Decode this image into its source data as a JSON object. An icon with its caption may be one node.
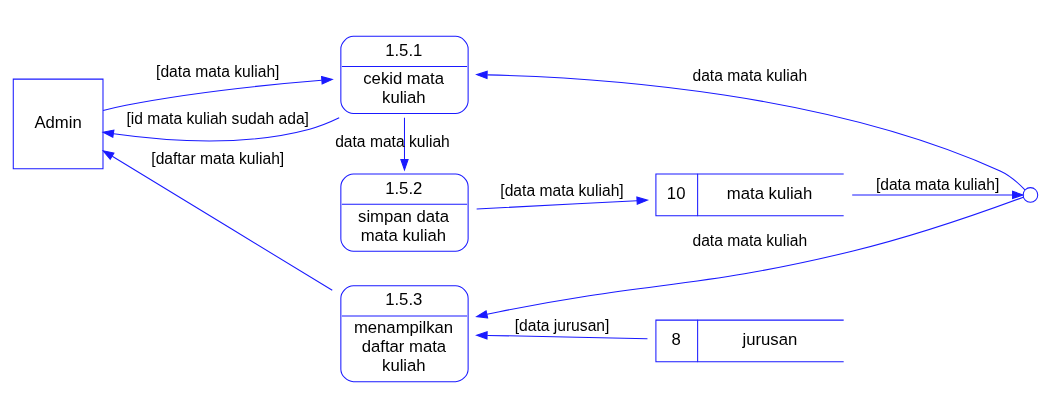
{
  "diagram": {
    "nodes": [
      {
        "text": [
          "Admin"
        ]
      },
      {
        "text": [
          "1.5.1",
          "cekid mata kuliah"
        ]
      },
      {
        "text": [
          "1.5.2",
          "simpan data mata kuliah"
        ]
      },
      {
        "text": [
          "1.5.3",
          "menampilkan daftar mata kuliah"
        ]
      },
      {
        "text": [
          "10",
          "mata kuliah"
        ]
      },
      {
        "text": [
          "8",
          "jurusan"
        ]
      },
      {
        "text": [],
        "shape": "circle"
      }
    ],
    "edges": [
      {
        "from": 0,
        "to": 1,
        "arrow": "to",
        "label": "[data mata kuliah]"
      },
      {
        "from": 1,
        "to": 0,
        "arrow": "to",
        "label": "[id mata kuliah sudah ada]"
      },
      {
        "from": 1,
        "to": 2,
        "arrow": "to",
        "label": "data mata kuliah"
      },
      {
        "from": 2,
        "to": 4,
        "arrow": "to",
        "label": "[data mata kuliah]"
      },
      {
        "from": 4,
        "to": 6,
        "arrow": "to",
        "label": "[data mata kuliah]"
      },
      {
        "from": 6,
        "to": 1,
        "arrow": "to",
        "label": "data mata kuliah"
      },
      {
        "from": 6,
        "to": 3,
        "arrow": "to",
        "label": "data mata kuliah"
      },
      {
        "from": 5,
        "to": 3,
        "arrow": "to",
        "label": "[data jurusan]"
      },
      {
        "from": 3,
        "to": 0,
        "arrow": "to",
        "label": "[daftar mata kuliah]"
      }
    ]
  }
}
